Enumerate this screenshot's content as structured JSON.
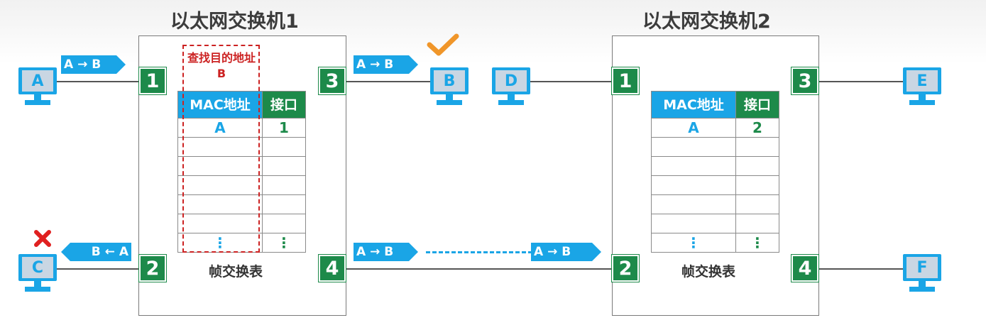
{
  "switch1": {
    "title": "以太网交换机1",
    "ports": [
      "1",
      "2",
      "3",
      "4"
    ],
    "table": {
      "col_mac": "MAC地址",
      "col_port": "接口",
      "entries": [
        {
          "mac": "A",
          "port": "1"
        }
      ],
      "ellipsis": "⋮"
    },
    "table_label": "帧交换表",
    "lookup_note": "查找目的地址B"
  },
  "switch2": {
    "title": "以太网交换机2",
    "ports": [
      "1",
      "2",
      "3",
      "4"
    ],
    "table": {
      "col_mac": "MAC地址",
      "col_port": "接口",
      "entries": [
        {
          "mac": "A",
          "port": "2"
        }
      ],
      "ellipsis": "⋮"
    },
    "table_label": "帧交换表"
  },
  "hosts": {
    "a": "A",
    "b": "B",
    "c": "C",
    "d": "D",
    "e": "E",
    "f": "F"
  },
  "frames": {
    "a_to_sw1": "A → B",
    "sw1_to_b": "A → B",
    "sw1_to_c": "B ← A",
    "sw1_to_sw2_left": "A → B",
    "sw1_to_sw2_right": "A → B"
  },
  "marks": {
    "accepted": "✔",
    "rejected": "✖"
  },
  "colors": {
    "port_green": "#1d8a4a",
    "frame_blue": "#1aa5e6",
    "lookup_red": "#cc2222",
    "check_orange": "#f0962a",
    "cross_red": "#e02020"
  }
}
